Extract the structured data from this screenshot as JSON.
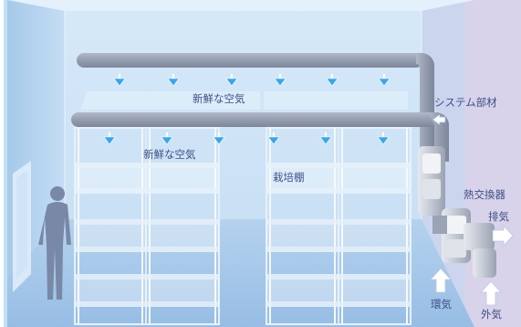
{
  "labels": {
    "fresh_air_upper": "新鮮な空気",
    "fresh_air_lower": "新鮮な空気",
    "system_parts": "システム部材",
    "cultivation_shelf": "栽培棚",
    "heat_exchanger": "熱交換器",
    "exhaust": "排気",
    "return_air": "環気",
    "outside_air": "外気"
  },
  "icons": {
    "down_arrow": "down-arrow-icon",
    "left_arrow": "left-arrow-icon",
    "up_arrow": "up-arrow-icon",
    "right_arrow": "right-arrow-icon",
    "person": "person-silhouette-icon"
  },
  "colors": {
    "room_back": "#cfe4f7",
    "room_side": "#a9cdee",
    "floor": "#a9c9ea",
    "duct": "#9aa2b4",
    "duct_shade": "#7f889c",
    "right_panel": "#d6d1ea",
    "arrow_blue": "#3aa6e8",
    "text": "#3f4f86"
  }
}
